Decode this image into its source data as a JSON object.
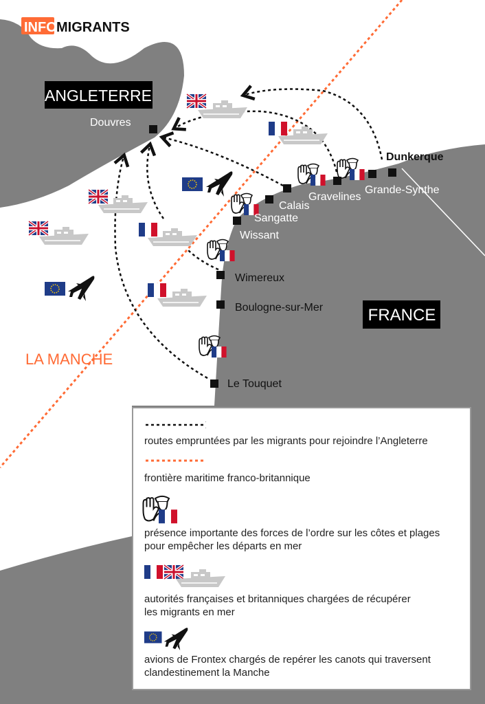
{
  "logo": {
    "part1": "INFO",
    "part2": "MIGRANTS"
  },
  "colors": {
    "land": "#808080",
    "sea": "#ffffff",
    "accent": "#ff6b35",
    "route": "#111111"
  },
  "regions": {
    "england": "ANGLETERRE",
    "france": "FRANCE",
    "sea": "LA MANCHE"
  },
  "cities": {
    "douvres": "Douvres",
    "dunkerque": "Dunkerque",
    "grande_synthe": "Grande-Synthe",
    "gravelines": "Gravelines",
    "calais": "Calais",
    "sangatte": "Sangatte",
    "wissant": "Wissant",
    "wimereux": "Wimereux",
    "boulogne": "Boulogne-sur-Mer",
    "le_touquet": "Le Touquet"
  },
  "legend": {
    "routes": "routes empruntées par les migrants pour rejoindre l’Angleterre",
    "border": "frontière maritime franco-britannique",
    "police_1": "présence importante des forces de l’ordre sur les côtes et plages",
    "police_2": "pour empêcher les départs en mer",
    "boats_1": "autorités françaises et britanniques chargées de récupérer",
    "boats_2": "les migrants en mer",
    "frontex_1": "avions de Frontex chargés de repérer les canots qui traversent",
    "frontex_2": "clandestinement la Manche"
  }
}
